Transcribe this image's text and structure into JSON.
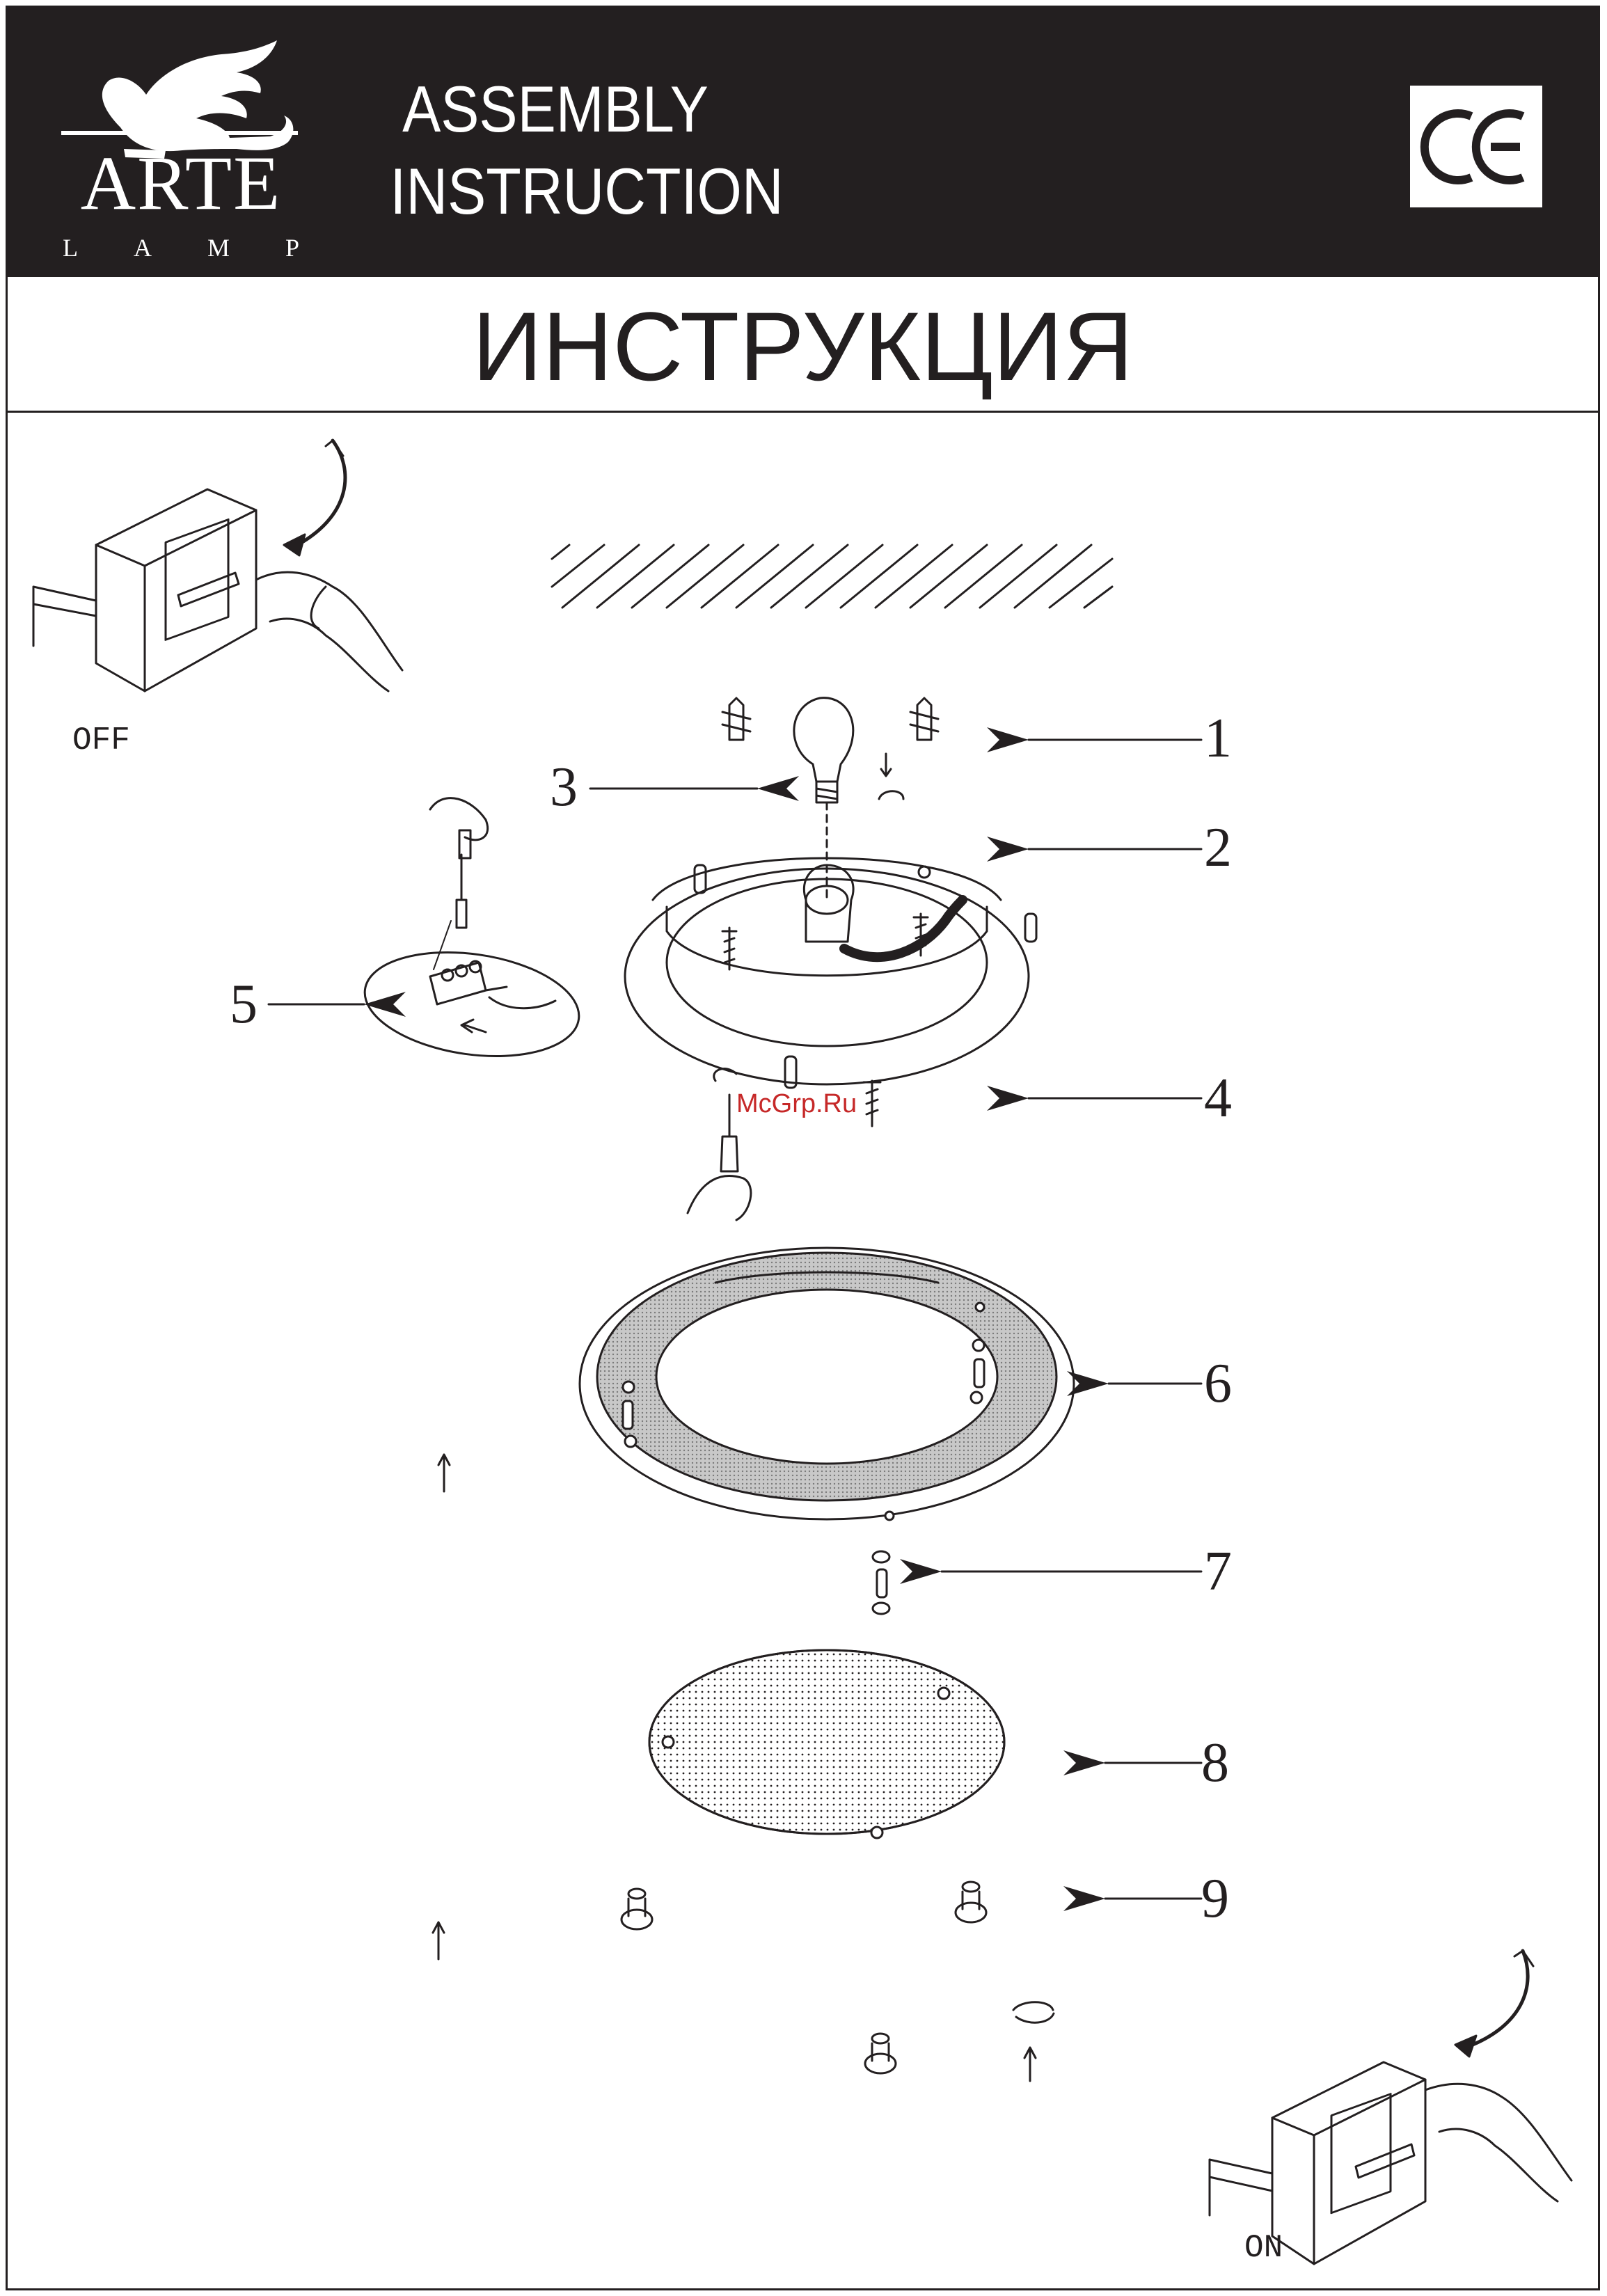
{
  "header": {
    "brand": "ARTE",
    "brand_sub": [
      "L",
      "A",
      "M",
      "P"
    ],
    "title_line1": "ASSEMBLY",
    "title_line2": "INSTRUCTION",
    "mark": "CE"
  },
  "subtitle": "ИНСТРУКЦИЯ",
  "switch_off_label": "OFF",
  "switch_on_label": "ON",
  "parts": [
    "1",
    "2",
    "3",
    "4",
    "5",
    "6",
    "7",
    "8",
    "9"
  ],
  "watermark": "McGrp.Ru",
  "colors": {
    "ink": "#231f20",
    "paper": "#ffffff",
    "watermark": "#c62828",
    "panel_shade": "#9a9a9a"
  },
  "icons": [
    "winged-lion-logo-icon",
    "ce-mark-icon",
    "power-switch-icon",
    "hand-icon",
    "screwdriver-icon",
    "bulb-icon",
    "wall-plug-icon",
    "terminal-block-icon",
    "rotate-arrow-icon",
    "up-arrow-icon"
  ]
}
